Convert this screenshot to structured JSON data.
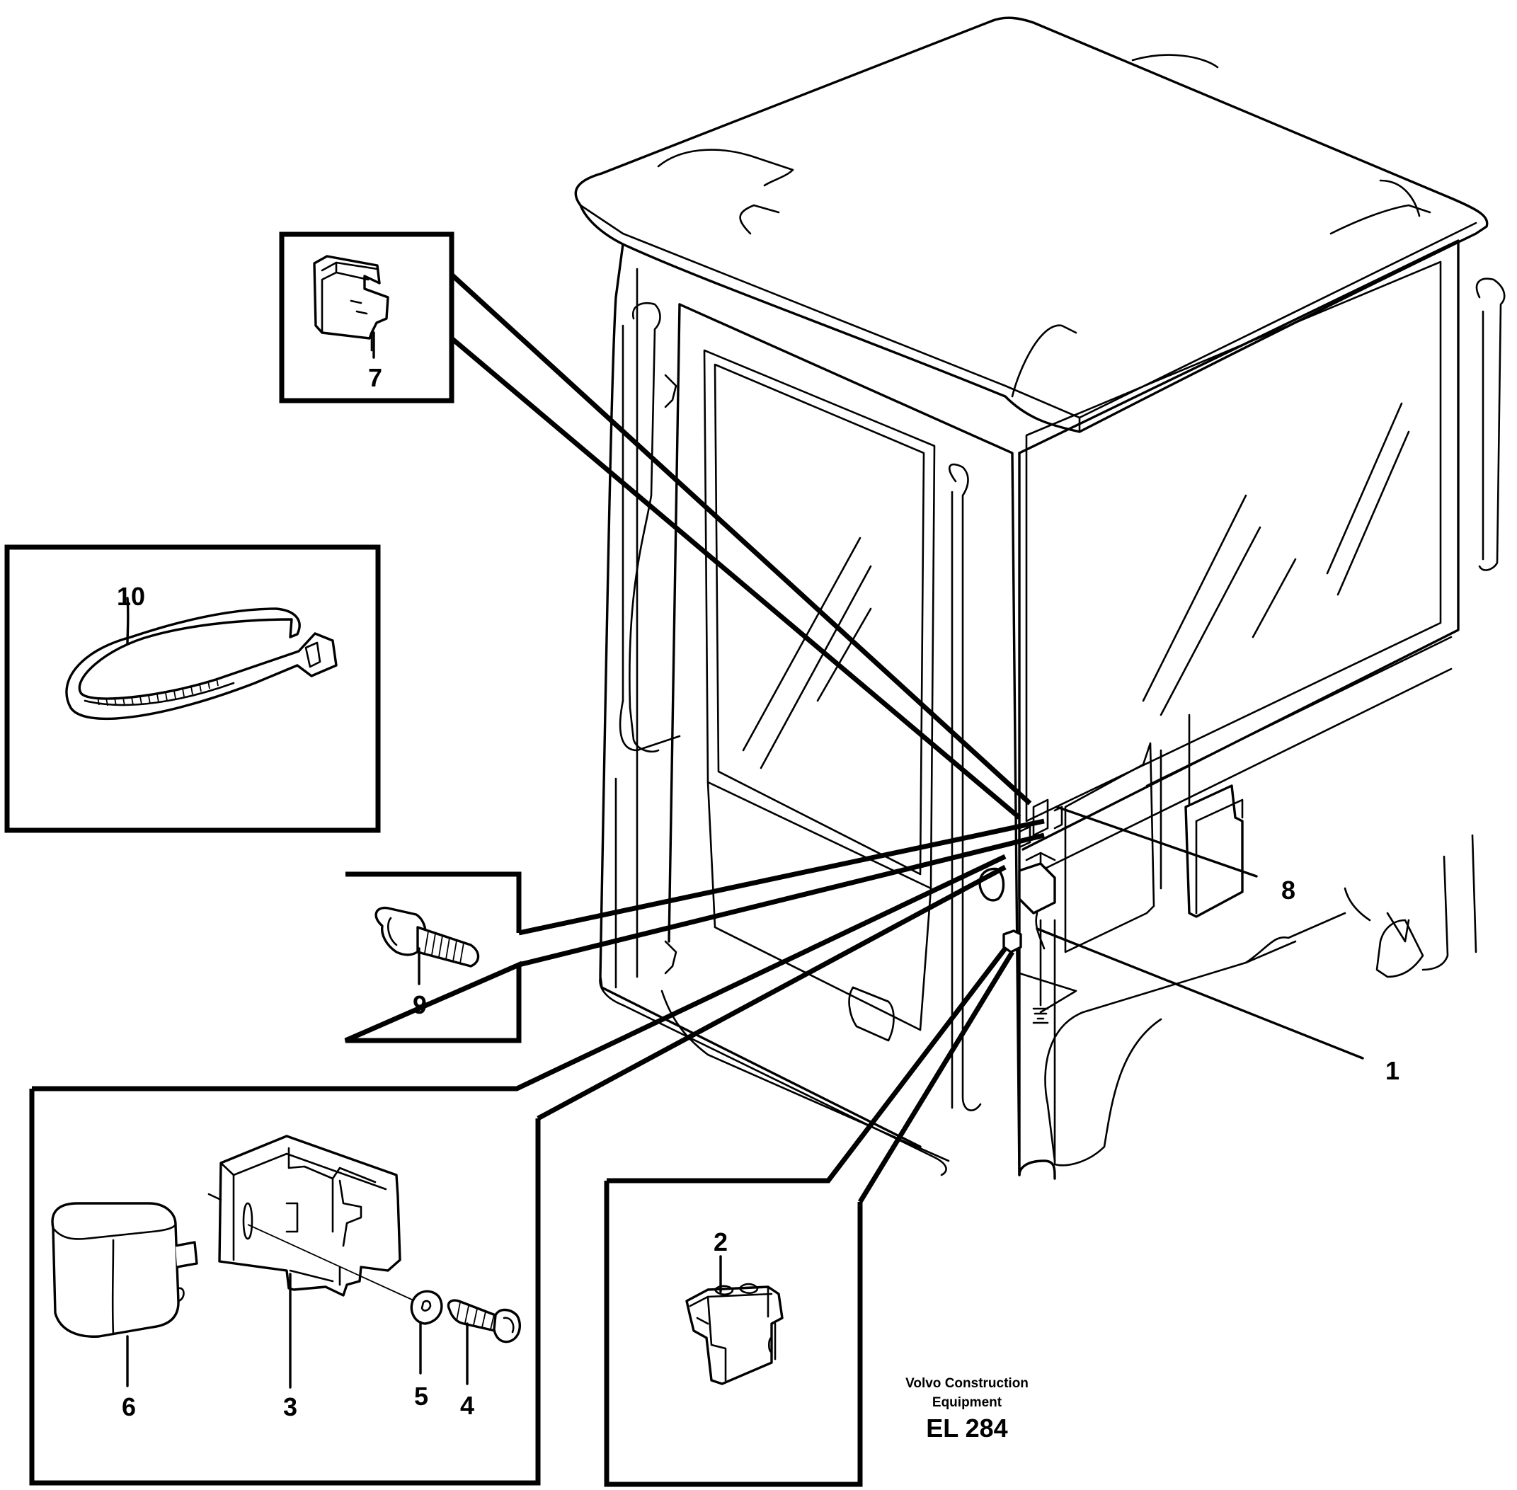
{
  "diagram": {
    "callouts": {
      "c1": "1",
      "c2": "2",
      "c3": "3",
      "c4": "4",
      "c5": "5",
      "c6": "6",
      "c7": "7",
      "c8": "8",
      "c9": "9",
      "c10": "10"
    },
    "credit_line1": "Volvo Construction",
    "credit_line2": "Equipment",
    "drawing_code": "EL 284"
  }
}
